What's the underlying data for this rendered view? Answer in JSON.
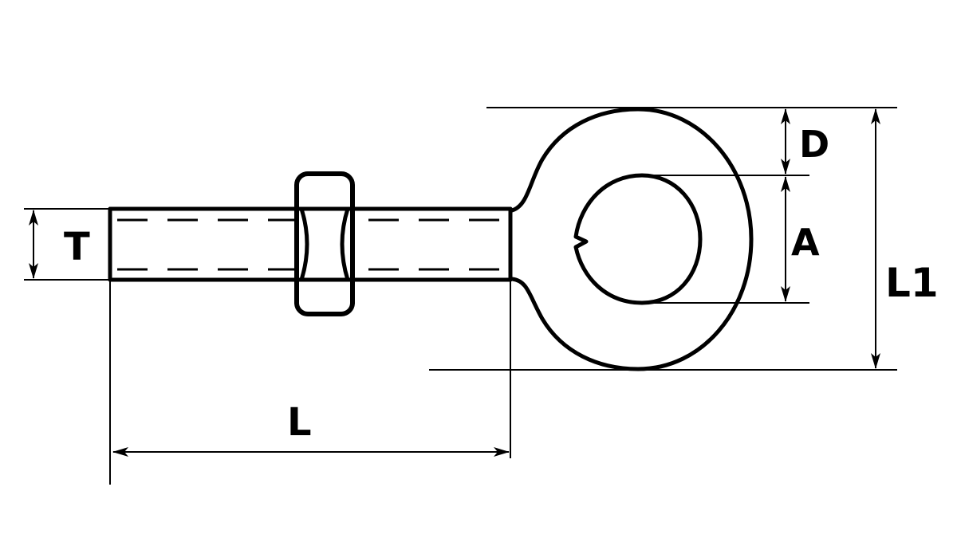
{
  "diagram": {
    "subject": "eye bolt with hex nut",
    "colors": {
      "line": "#000000",
      "background": "#ffffff"
    },
    "labels": {
      "thread_diameter": "T",
      "shank_length": "L",
      "eye_thickness": "D",
      "eye_inner_diameter": "A",
      "overall_eye_height": "L1"
    }
  }
}
